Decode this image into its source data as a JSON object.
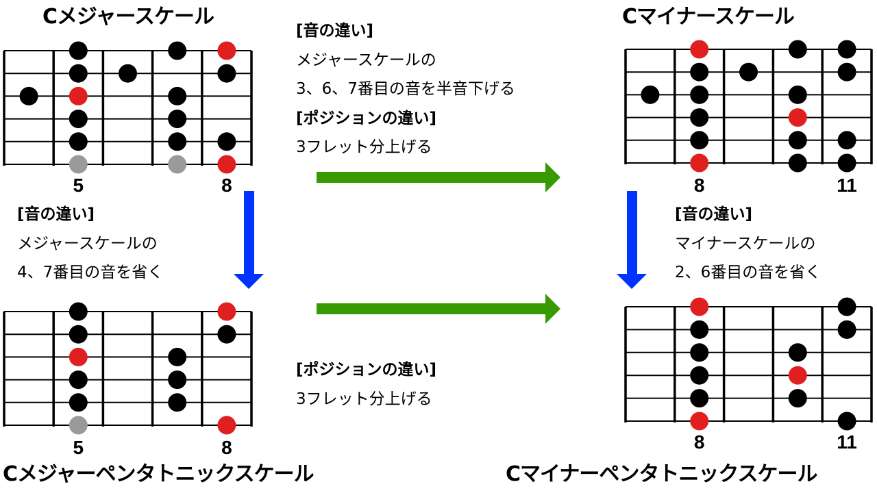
{
  "colors": {
    "dot_black": "#000000",
    "dot_red": "#e02020",
    "dot_gray": "#9a9a9a",
    "arrow_green": "#379a00",
    "arrow_blue": "#0033ff"
  },
  "titles": {
    "major": "Cメジャースケール",
    "minor": "Cマイナースケール",
    "major_penta": "Cメジャーペンタトニックスケール",
    "minor_penta": "Cマイナーペンタトニックスケール"
  },
  "notes": {
    "top_center": [
      "[音の違い]",
      "メジャースケールの",
      "3、6、7番目の音を半音下げる",
      "[ポジションの違い]",
      "3フレット分上げる"
    ],
    "left_middle": [
      "[音の違い]",
      "メジャースケールの",
      "4、7番目の音を省く"
    ],
    "right_middle": [
      "[音の違い]",
      "マイナースケールの",
      "2、6番目の音を省く"
    ],
    "bottom_center": [
      "[ポジションの違い]",
      "3フレット分上げる"
    ]
  },
  "fretboards": [
    {
      "id": "major",
      "fret_labels": [
        {
          "col": 1,
          "text": "5"
        },
        {
          "col": 4,
          "text": "8"
        }
      ],
      "dots": [
        [
          0,
          1,
          "black"
        ],
        [
          0,
          3,
          "black"
        ],
        [
          0,
          4,
          "red"
        ],
        [
          1,
          1,
          "black"
        ],
        [
          1,
          2,
          "black"
        ],
        [
          1,
          4,
          "black"
        ],
        [
          2,
          0,
          "black"
        ],
        [
          2,
          1,
          "red"
        ],
        [
          2,
          3,
          "black"
        ],
        [
          3,
          1,
          "black"
        ],
        [
          3,
          3,
          "black"
        ],
        [
          4,
          1,
          "black"
        ],
        [
          4,
          3,
          "black"
        ],
        [
          4,
          4,
          "black"
        ],
        [
          5,
          1,
          "gray"
        ],
        [
          5,
          3,
          "gray"
        ],
        [
          5,
          4,
          "red"
        ]
      ]
    },
    {
      "id": "minor",
      "fret_labels": [
        {
          "col": 1,
          "text": "8"
        },
        {
          "col": 4,
          "text": "11"
        }
      ],
      "dots": [
        [
          0,
          1,
          "red"
        ],
        [
          0,
          3,
          "black"
        ],
        [
          0,
          4,
          "black"
        ],
        [
          1,
          1,
          "black"
        ],
        [
          1,
          2,
          "black"
        ],
        [
          1,
          4,
          "black"
        ],
        [
          2,
          0,
          "black"
        ],
        [
          2,
          1,
          "black"
        ],
        [
          2,
          3,
          "black"
        ],
        [
          3,
          1,
          "black"
        ],
        [
          3,
          3,
          "red"
        ],
        [
          4,
          1,
          "black"
        ],
        [
          4,
          3,
          "black"
        ],
        [
          4,
          4,
          "black"
        ],
        [
          5,
          1,
          "red"
        ],
        [
          5,
          3,
          "black"
        ],
        [
          5,
          4,
          "black"
        ]
      ]
    },
    {
      "id": "major_penta",
      "fret_labels": [
        {
          "col": 1,
          "text": "5"
        },
        {
          "col": 4,
          "text": "8"
        }
      ],
      "dots": [
        [
          0,
          1,
          "black"
        ],
        [
          0,
          4,
          "red"
        ],
        [
          1,
          1,
          "black"
        ],
        [
          1,
          4,
          "black"
        ],
        [
          2,
          1,
          "red"
        ],
        [
          2,
          3,
          "black"
        ],
        [
          3,
          1,
          "black"
        ],
        [
          3,
          3,
          "black"
        ],
        [
          4,
          1,
          "black"
        ],
        [
          4,
          3,
          "black"
        ],
        [
          5,
          1,
          "gray"
        ],
        [
          5,
          4,
          "red"
        ]
      ]
    },
    {
      "id": "minor_penta",
      "fret_labels": [
        {
          "col": 1,
          "text": "8"
        },
        {
          "col": 4,
          "text": "11"
        }
      ],
      "dots": [
        [
          0,
          1,
          "red"
        ],
        [
          0,
          4,
          "black"
        ],
        [
          1,
          1,
          "black"
        ],
        [
          1,
          4,
          "black"
        ],
        [
          2,
          1,
          "black"
        ],
        [
          2,
          3,
          "black"
        ],
        [
          3,
          1,
          "black"
        ],
        [
          3,
          3,
          "red"
        ],
        [
          4,
          1,
          "black"
        ],
        [
          4,
          3,
          "black"
        ],
        [
          5,
          1,
          "red"
        ],
        [
          5,
          4,
          "black"
        ]
      ]
    }
  ]
}
